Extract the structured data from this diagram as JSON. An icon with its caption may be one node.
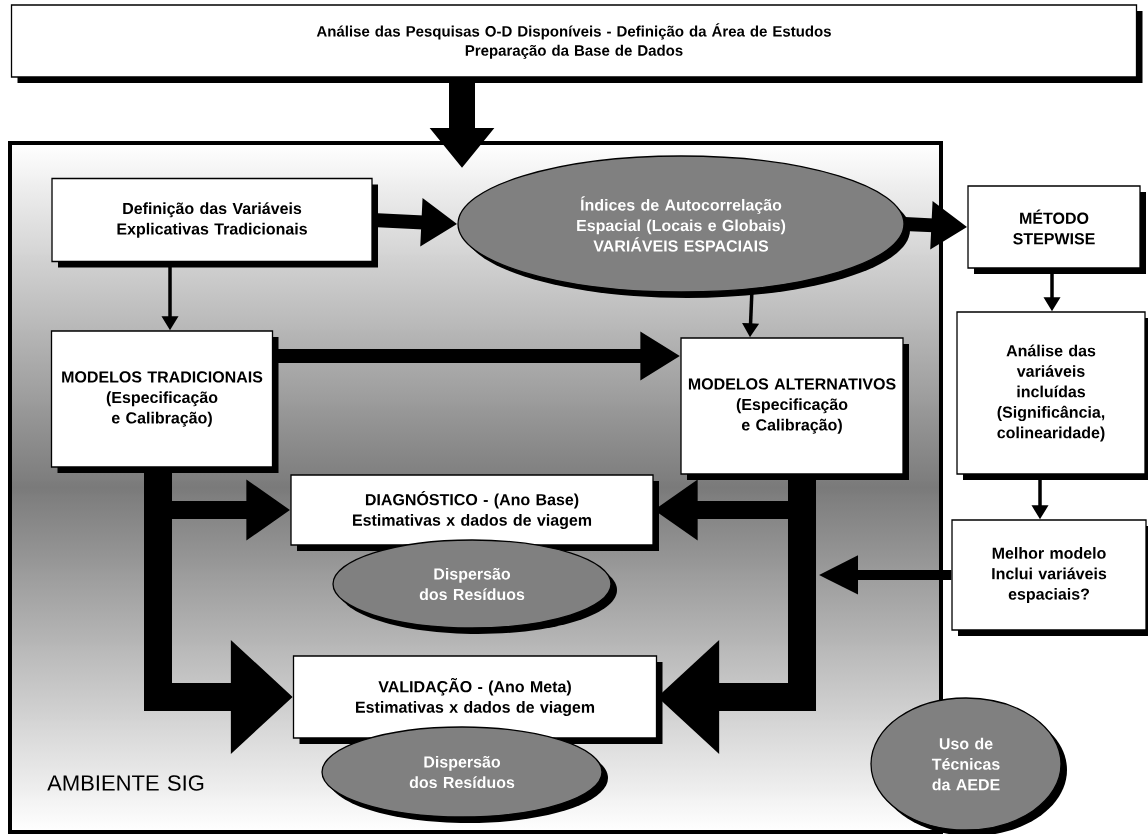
{
  "diagram": {
    "nodes": [
      {
        "text": [
          "Análise das Pesquisas O-D Disponíveis - Definição da Área de Estudos",
          "Preparação da Base de Dados"
        ]
      },
      {
        "text": [
          "AMBIENTE SIG"
        ]
      },
      {
        "text": [
          "Definição das Variáveis Explicativas Tradicionais"
        ],
        "in": 1
      },
      {
        "text": [
          "Índices de Autocorrelação Espacial (Locais e Globais)",
          "VARIÁVEIS ESPACIAIS"
        ],
        "in": 1
      },
      {
        "text": [
          "MÉTODO STEPWISE"
        ]
      },
      {
        "text": [
          "MODELOS TRADICIONAIS (Especificação e Calibração)"
        ],
        "in": 1
      },
      {
        "text": [
          "MODELOS ALTERNATIVOS (Especificação e Calibração)"
        ],
        "in": 1
      },
      {
        "text": [
          "Análise das variáveis incluídas (Significância, colinearidade)"
        ]
      },
      {
        "text": [
          "DIAGNÓSTICO - (Ano Base)",
          "Estimativas x dados de viagem"
        ],
        "in": 1
      },
      {
        "text": [
          "Dispersão dos Resíduos"
        ],
        "in": 1
      },
      {
        "text": [
          "Melhor modelo Inclui variáveis espaciais?"
        ]
      },
      {
        "text": [
          "VALIDAÇÃO - (Ano Meta)",
          "Estimativas x dados de viagem"
        ],
        "in": 1
      },
      {
        "text": [
          "Dispersão dos Resíduos"
        ],
        "in": 1
      },
      {
        "text": [
          "Uso de Técnicas da AEDE"
        ]
      }
    ],
    "edges": [
      {
        "from": 0,
        "to": 1,
        "arrow": "to",
        "style": "thick"
      },
      {
        "from": 2,
        "to": 3,
        "arrow": "to"
      },
      {
        "from": 3,
        "to": 4,
        "arrow": "to"
      },
      {
        "from": 2,
        "to": 5,
        "arrow": "to"
      },
      {
        "from": 3,
        "to": 6,
        "arrow": "to"
      },
      {
        "from": 5,
        "to": 6,
        "arrow": "to"
      },
      {
        "from": 4,
        "to": 7,
        "arrow": "to"
      },
      {
        "from": 7,
        "to": 10,
        "arrow": "to"
      },
      {
        "from": 5,
        "to": 8,
        "arrow": "to"
      },
      {
        "from": 5,
        "to": 11,
        "arrow": "to",
        "style": "thick"
      },
      {
        "from": 6,
        "to": 8,
        "arrow": "to"
      },
      {
        "from": 6,
        "to": 11,
        "arrow": "to",
        "style": "thick"
      },
      {
        "from": 10,
        "to": null,
        "arrow": "to"
      }
    ]
  }
}
